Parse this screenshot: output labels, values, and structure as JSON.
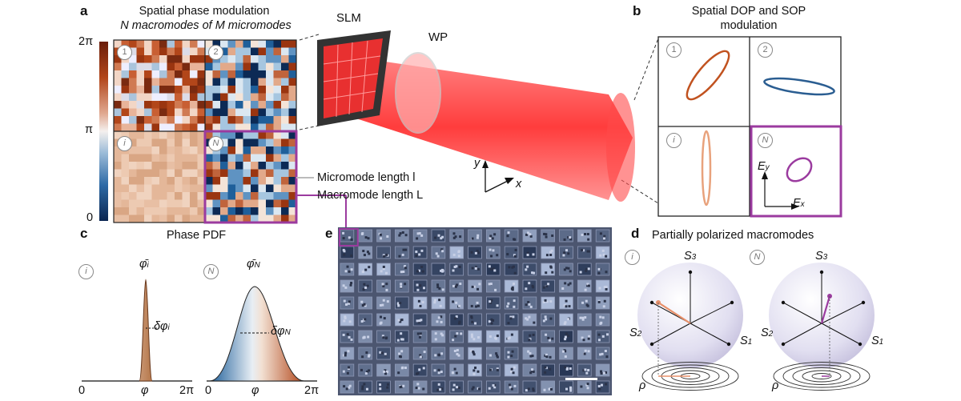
{
  "panel_a": {
    "label": "a",
    "title_line1": "Spatial phase modulation",
    "title_line2": "N macromodes of M micromodes",
    "colorbar": {
      "top": "2π",
      "mid": "π",
      "bottom": "0"
    },
    "quadrant_labels": [
      "1",
      "2",
      "i",
      "N"
    ],
    "micromode_label": "Micromode length l",
    "macromode_label": "Macromode length L",
    "slm_label": "SLM",
    "wp_label": "WP",
    "axis_y": "y",
    "axis_x": "x"
  },
  "panel_b": {
    "label": "b",
    "title_line1": "Spatial DOP and SOP",
    "title_line2": "modulation",
    "cells": [
      "1",
      "2",
      "i",
      "N"
    ],
    "ey": "E",
    "ey_sub": "y",
    "ex": "E",
    "ex_sub": "x"
  },
  "panel_c": {
    "label": "c",
    "title": "Phase PDF",
    "left_circle": "i",
    "right_circle": "N",
    "left_mean": "φ̄",
    "left_mean_sub": "i",
    "left_width": "δφ",
    "left_width_sub": "i",
    "right_mean": "φ̄",
    "right_mean_sub": "N",
    "right_width": "δφ",
    "right_width_sub": "N",
    "x_zero": "0",
    "x_phi": "φ",
    "x_2pi": "2π"
  },
  "panel_d": {
    "label": "d",
    "title": "Partially polarized macromodes",
    "left_circle": "i",
    "right_circle": "N",
    "s3": "S",
    "s3_sub": "3",
    "s2": "S",
    "s2_sub": "2",
    "s1": "S",
    "s1_sub": "1",
    "rho": "ρ"
  },
  "panel_e": {
    "label": "e"
  },
  "colors": {
    "phase_red": "#b2461a",
    "phase_blue": "#1f5f9a",
    "magenta": "#9b3b9f",
    "ellipse1": "#c1521f",
    "ellipse2": "#2a5d91",
    "ellipse_i": "#e8a27c",
    "beam": "#ff2a2a"
  }
}
